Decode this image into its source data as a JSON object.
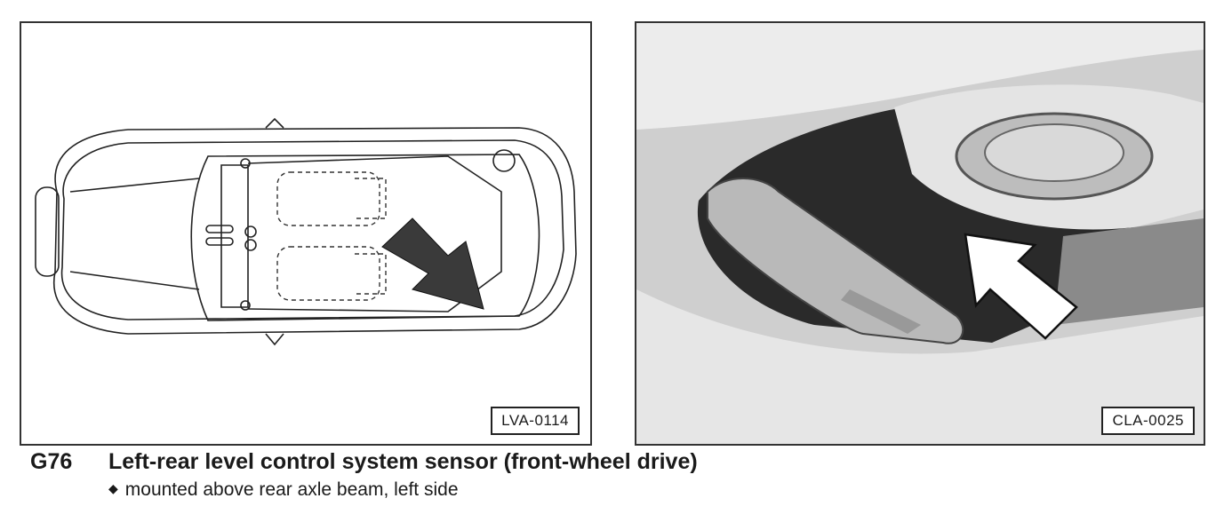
{
  "figures": {
    "left": {
      "label": "LVA-0114"
    },
    "right": {
      "label": "CLA-0025"
    }
  },
  "caption": {
    "code": "G76",
    "title": "Left-rear level control system sensor (front-wheel drive)",
    "bullet": "mounted above rear axle beam, left side"
  },
  "icons": {
    "left_pointer": "dark-arrow-icon",
    "right_pointer": "white-arrow-icon"
  }
}
